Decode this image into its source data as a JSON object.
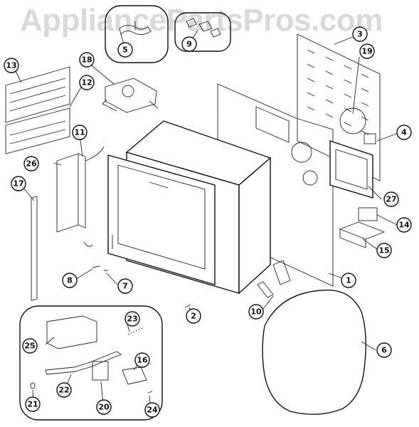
{
  "watermark": "AppliancePartsPros.com",
  "callouts": [
    {
      "id": "1",
      "label": "1"
    },
    {
      "id": "2",
      "label": "2"
    },
    {
      "id": "3",
      "label": "3"
    },
    {
      "id": "4",
      "label": "4"
    },
    {
      "id": "5",
      "label": "5"
    },
    {
      "id": "6",
      "label": "6"
    },
    {
      "id": "7",
      "label": "7"
    },
    {
      "id": "8",
      "label": "8"
    },
    {
      "id": "9",
      "label": "9"
    },
    {
      "id": "10",
      "label": "10"
    },
    {
      "id": "11",
      "label": "11"
    },
    {
      "id": "12",
      "label": "12"
    },
    {
      "id": "13",
      "label": "13"
    },
    {
      "id": "14",
      "label": "14"
    },
    {
      "id": "15",
      "label": "15"
    },
    {
      "id": "16",
      "label": "16"
    },
    {
      "id": "17",
      "label": "17"
    },
    {
      "id": "18",
      "label": "18"
    },
    {
      "id": "19",
      "label": "19"
    },
    {
      "id": "20",
      "label": "20"
    },
    {
      "id": "21",
      "label": "21"
    },
    {
      "id": "22",
      "label": "22"
    },
    {
      "id": "23",
      "label": "23"
    },
    {
      "id": "24",
      "label": "24"
    },
    {
      "id": "25",
      "label": "25"
    },
    {
      "id": "26",
      "label": "26"
    },
    {
      "id": "27",
      "label": "27"
    }
  ]
}
